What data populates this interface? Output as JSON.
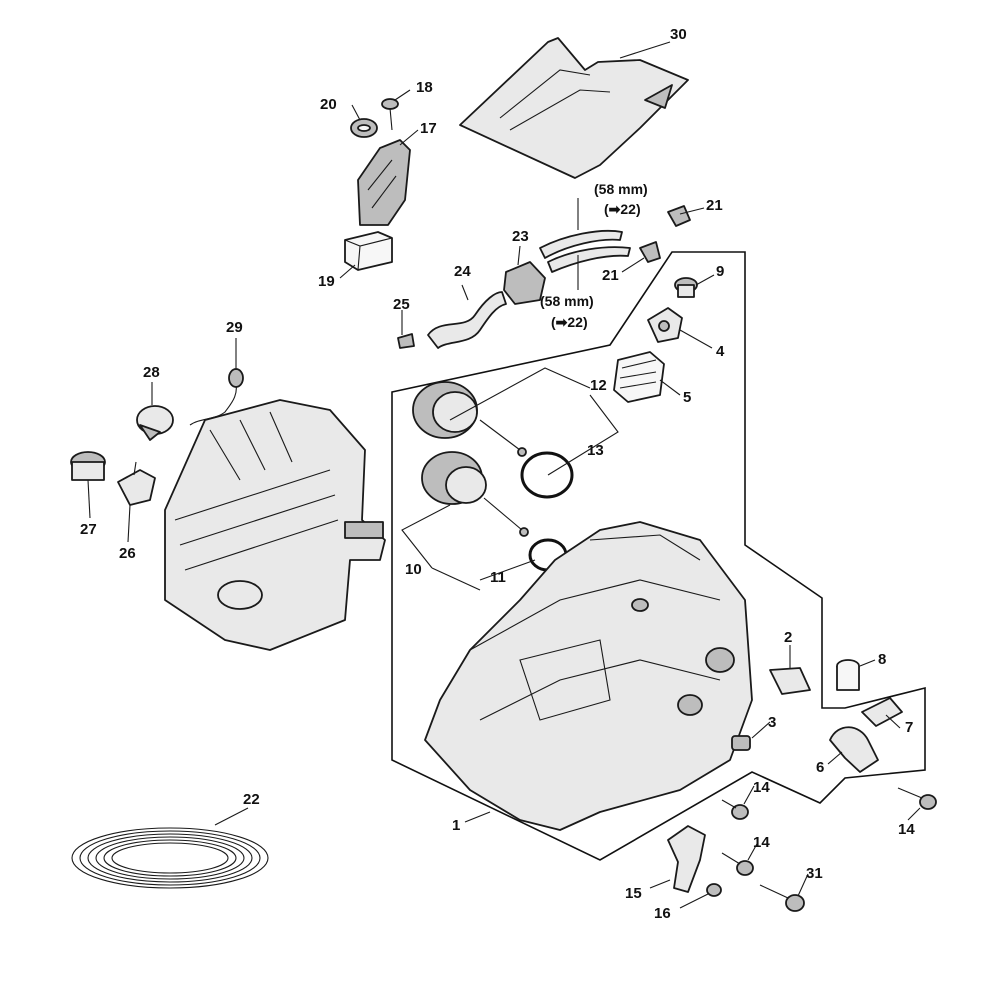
{
  "callouts": [
    {
      "id": "c1",
      "text": "1"
    },
    {
      "id": "c2",
      "text": "2"
    },
    {
      "id": "c3",
      "text": "3"
    },
    {
      "id": "c4",
      "text": "4"
    },
    {
      "id": "c5",
      "text": "5"
    },
    {
      "id": "c6",
      "text": "6"
    },
    {
      "id": "c7",
      "text": "7"
    },
    {
      "id": "c8",
      "text": "8"
    },
    {
      "id": "c9",
      "text": "9"
    },
    {
      "id": "c10",
      "text": "10"
    },
    {
      "id": "c11",
      "text": "11"
    },
    {
      "id": "c12",
      "text": "12"
    },
    {
      "id": "c13",
      "text": "13"
    },
    {
      "id": "c14a",
      "text": "14"
    },
    {
      "id": "c14b",
      "text": "14"
    },
    {
      "id": "c14c",
      "text": "14"
    },
    {
      "id": "c15",
      "text": "15"
    },
    {
      "id": "c16",
      "text": "16"
    },
    {
      "id": "c17",
      "text": "17"
    },
    {
      "id": "c18",
      "text": "18"
    },
    {
      "id": "c19",
      "text": "19"
    },
    {
      "id": "c20",
      "text": "20"
    },
    {
      "id": "c21a",
      "text": "21"
    },
    {
      "id": "c21b",
      "text": "21"
    },
    {
      "id": "c22",
      "text": "22"
    },
    {
      "id": "c23",
      "text": "23"
    },
    {
      "id": "c24",
      "text": "24"
    },
    {
      "id": "c25",
      "text": "25"
    },
    {
      "id": "c26",
      "text": "26"
    },
    {
      "id": "c27",
      "text": "27"
    },
    {
      "id": "c28",
      "text": "28"
    },
    {
      "id": "c29",
      "text": "29"
    },
    {
      "id": "c30",
      "text": "30"
    },
    {
      "id": "c31",
      "text": "31"
    }
  ],
  "annotations": [
    {
      "id": "a1",
      "text": "(58 mm)"
    },
    {
      "id": "a2",
      "text": "(➡22)"
    },
    {
      "id": "a3",
      "text": "(58 mm)"
    },
    {
      "id": "a4",
      "text": "(➡22)"
    }
  ]
}
